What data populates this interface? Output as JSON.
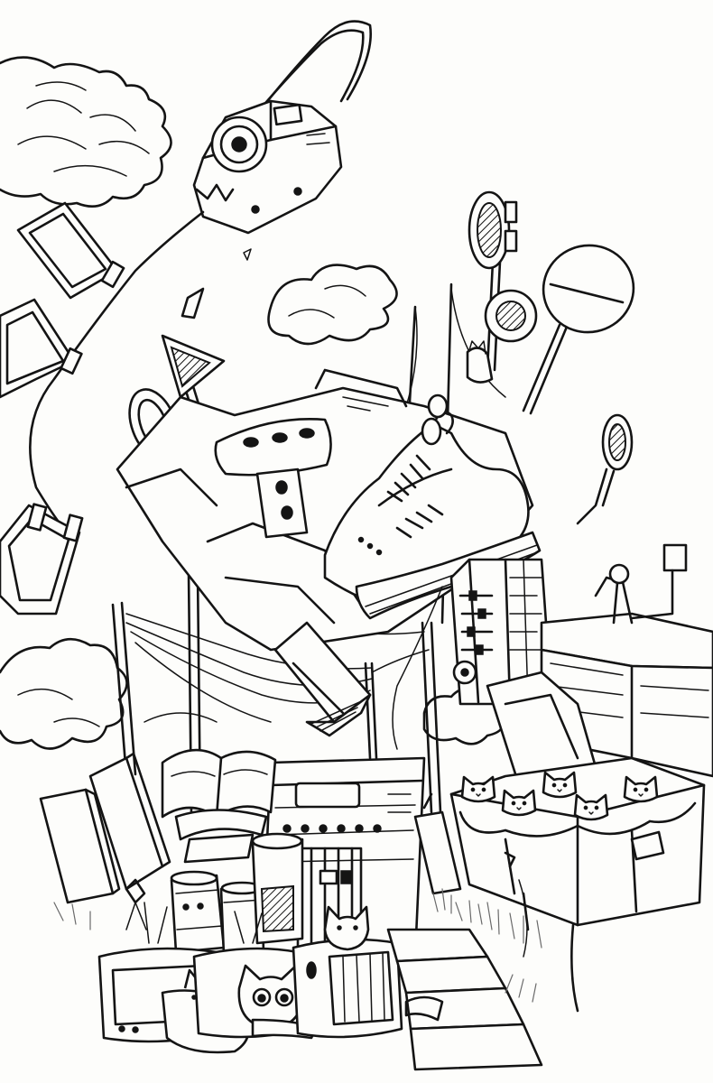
{
  "scene": {
    "style": "black ink line drawing on white paper",
    "background": "#fdfdfb",
    "ink": "#141414",
    "objects": [
      "camera",
      "clouds",
      "hanging-photographs",
      "clothesline",
      "triangle-sign",
      "round-mirror-signs",
      "no-entry-sign",
      "binocular-box",
      "sneaker",
      "utility-poles",
      "wires",
      "radio-console",
      "paintbox",
      "flying-book",
      "open-books",
      "cats",
      "cat-carriers",
      "tin-cans",
      "cabinet",
      "suitcase",
      "stairs",
      "grass"
    ],
    "cat_count": 9
  }
}
